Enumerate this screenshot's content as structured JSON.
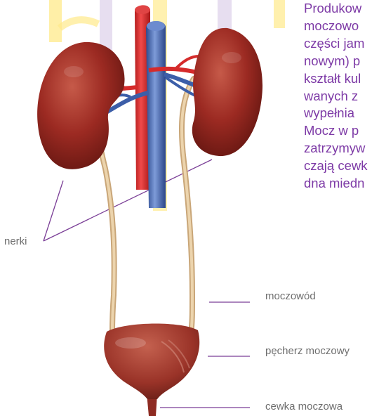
{
  "paragraph_lines": [
    "Produkow",
    "moczowo",
    "części jam",
    "nowym) p",
    "kształt kul",
    "wanych z",
    "wypełnia",
    "Mocz w p",
    "zatrzymyw",
    "czają cewk",
    "dna miedn"
  ],
  "labels": {
    "kidneys": "nerki",
    "ureter": "moczowód",
    "bladder": "pęcherz moczowy",
    "urethra": "cewka moczowa"
  },
  "colors": {
    "label_line": "#7b3f97",
    "paragraph_text": "#7d3aa6",
    "label_text": "#6e6e6e",
    "kidney": "#9c2a22",
    "artery": "#d52b2b",
    "vein": "#3c5ea8",
    "ureter": "#d9bb92",
    "bladder": "#9a3328",
    "background_ring_yellow": "#ffe98a",
    "background_ring_purple": "#e7def0"
  }
}
